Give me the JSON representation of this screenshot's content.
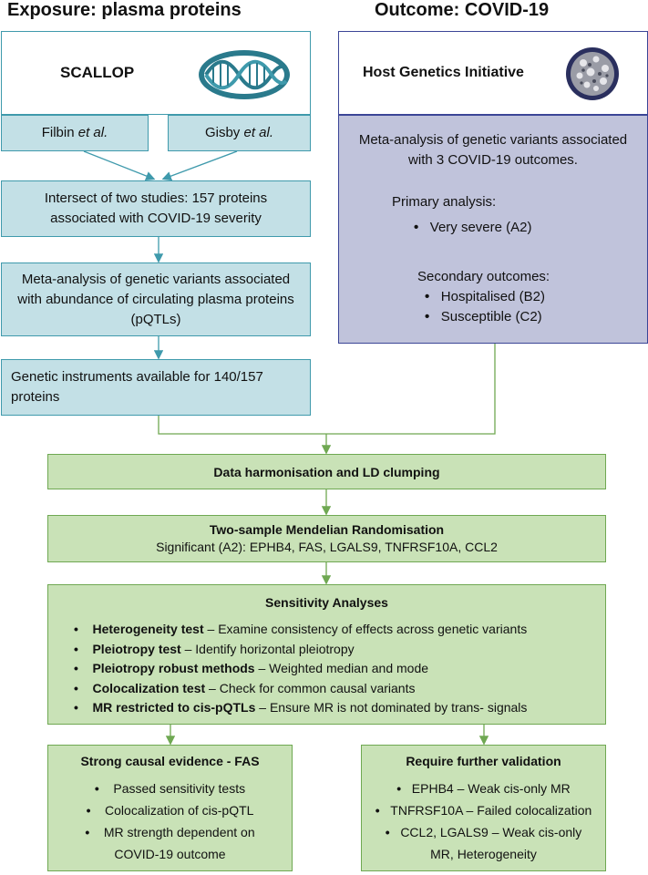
{
  "headers": {
    "exposure": "Exposure: plasma proteins",
    "outcome": "Outcome: COVID-19"
  },
  "scallop": {
    "label": "SCALLOP",
    "logo_icon": "dna-helix-icon"
  },
  "filbin": {
    "name": "Filbin ",
    "etal": "et al."
  },
  "gisby": {
    "name": "Gisby ",
    "etal": "et al."
  },
  "intersect": "Intersect of two studies: 157 proteins associated with COVID-19 severity",
  "meta_pqtl": "Meta-analysis of genetic variants associated with abundance of circulating plasma proteins (pQTLs)",
  "instruments": "Genetic instruments available for 140/157 proteins",
  "hgi": {
    "label": "Host Genetics Initiative",
    "logo_icon": "coronavirus-icon",
    "intro": "Meta-analysis of genetic variants associated with 3 COVID-19 outcomes.",
    "primary_title": "Primary analysis:",
    "primary_items": [
      "Very severe (A2)"
    ],
    "secondary_title": "Secondary outcomes:",
    "secondary_items": [
      "Hospitalised (B2)",
      "Susceptible (C2)"
    ]
  },
  "harmonisation": "Data harmonisation and LD clumping",
  "mr": {
    "title": "Two-sample Mendelian Randomisation",
    "significant": "Significant (A2): EPHB4, FAS, LGALS9, TNFRSF10A, CCL2"
  },
  "sensitivity": {
    "title": "Sensitivity Analyses",
    "items": [
      {
        "bold": "Heterogeneity test",
        "rest": " – Examine consistency of effects across genetic variants"
      },
      {
        "bold": "Pleiotropy test",
        "rest": " – Identify horizontal pleiotropy"
      },
      {
        "bold": "Pleiotropy robust methods",
        "rest": " – Weighted median and mode"
      },
      {
        "bold": "Colocalization test",
        "rest": " – Check for common causal variants"
      },
      {
        "bold": "MR restricted to cis-pQTLs",
        "rest": " – Ensure MR is not dominated by trans- signals"
      }
    ]
  },
  "strong": {
    "title": "Strong causal evidence - FAS",
    "items": [
      "Passed sensitivity tests",
      "Colocalization of cis-pQTL",
      "MR strength dependent on COVID-19 outcome"
    ]
  },
  "further": {
    "title": "Require further validation",
    "items": [
      "EPHB4 – Weak cis-only MR",
      "TNFRSF10A – Failed colocalization",
      "CCL2, LGALS9 – Weak cis-only MR, Heterogeneity"
    ]
  },
  "colors": {
    "teal": "#3f9aac",
    "teal_fill": "#c3e0e6",
    "purple": "#3b4596",
    "purple_fill": "#c0c3db",
    "green": "#6fa852",
    "green_fill": "#c9e2b7"
  }
}
